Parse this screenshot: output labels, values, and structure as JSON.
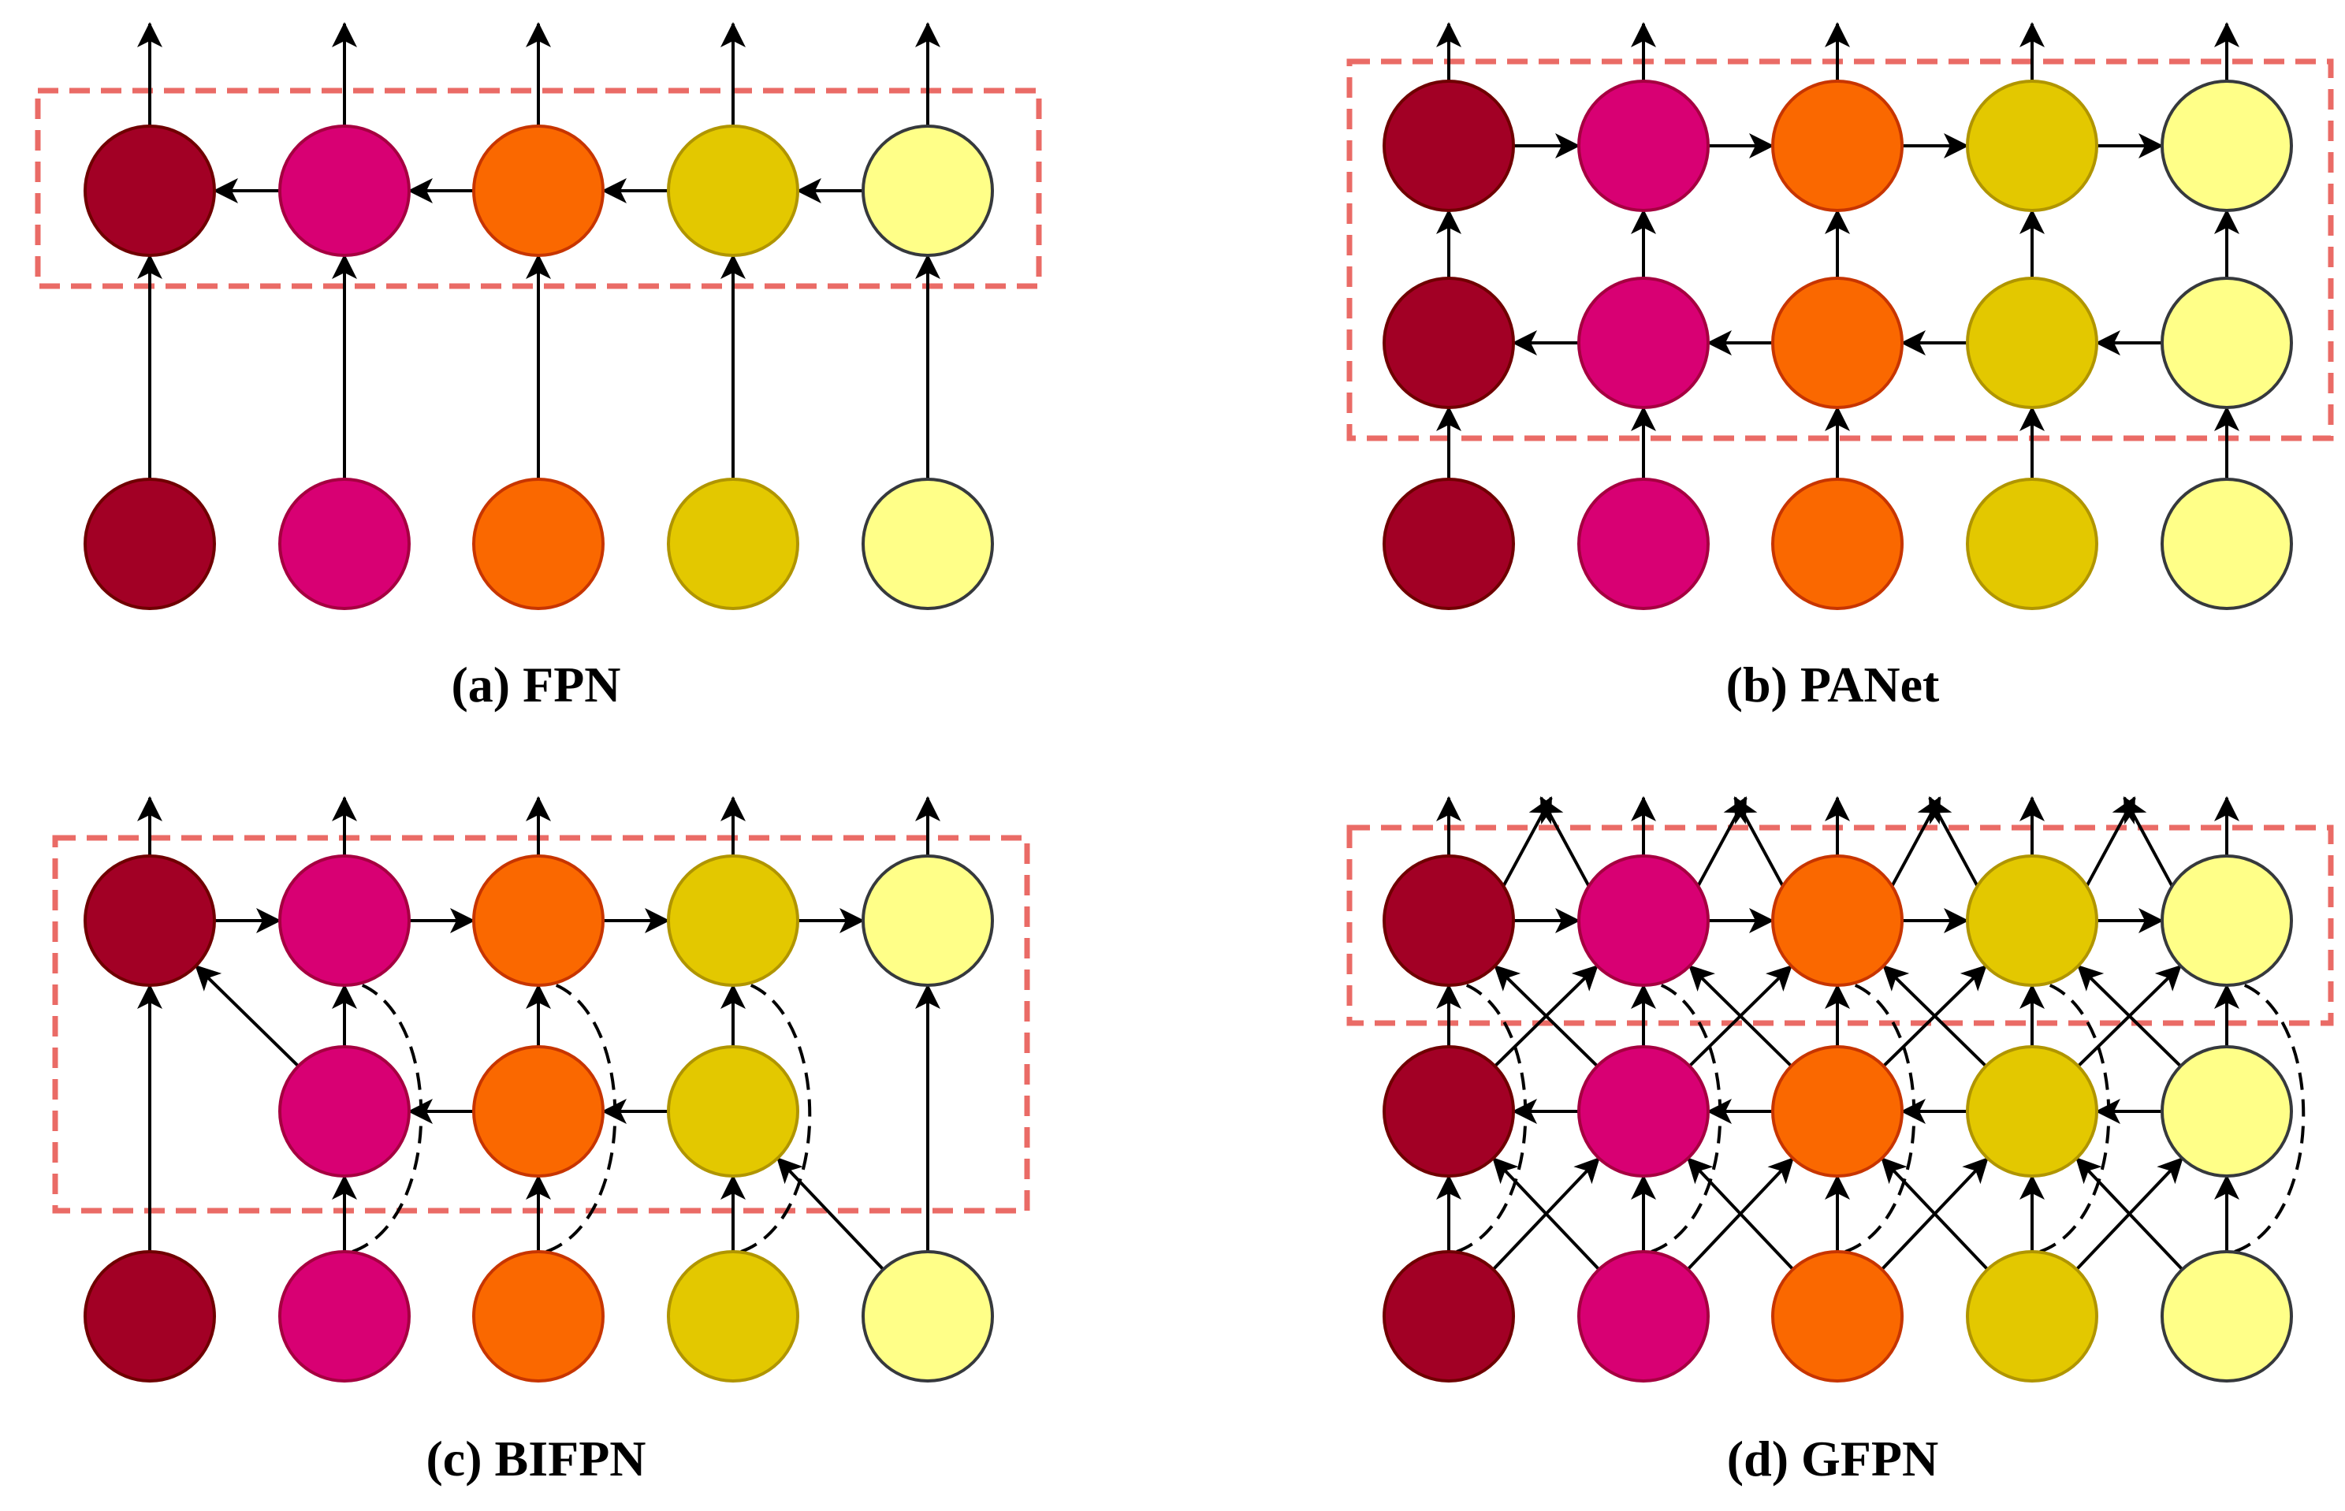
{
  "colors": {
    "level1": "#A20025",
    "level2": "#D80073",
    "level3": "#FA6800",
    "level4": "#E3C800",
    "level5": "#FFFF88",
    "stroke_level1": "#6F0000",
    "stroke_level2": "#A50040",
    "stroke_level3": "#C73500",
    "stroke_level4": "#B09500",
    "stroke_level5": "#36393D",
    "dashed_box": "#EA6B66",
    "edge": "#000000"
  },
  "panels": [
    {
      "id": "fpn",
      "caption": "(a) FPN"
    },
    {
      "id": "panet",
      "caption": "(b) PANet"
    },
    {
      "id": "bifpn",
      "caption": "(c) BIFPN"
    },
    {
      "id": "gfpn",
      "caption": "(d) GFPN"
    }
  ]
}
